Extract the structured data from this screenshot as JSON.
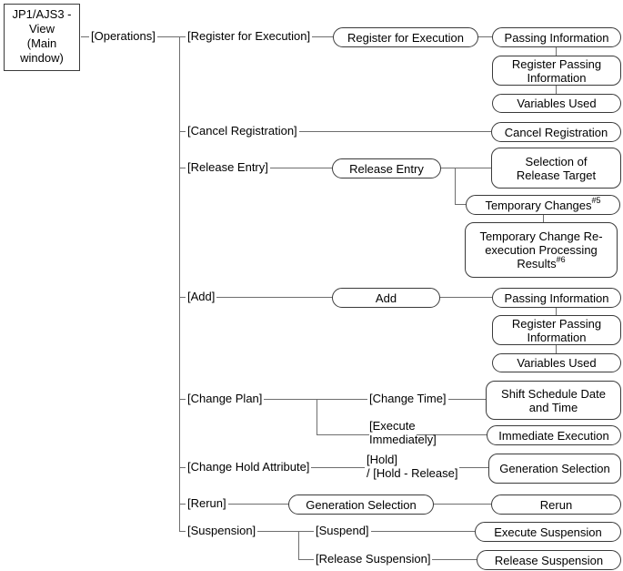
{
  "diagram": {
    "root_window": {
      "lines": [
        "JP1/AJS3 -",
        "View",
        "(Main",
        "window)"
      ]
    },
    "menus": {
      "operations": "[Operations]",
      "register_for_execution": "[Register for Execution]",
      "cancel_registration": "[Cancel Registration]",
      "release_entry": "[Release Entry]",
      "add": "[Add]",
      "change_plan": "[Change Plan]",
      "change_time": "[Change Time]",
      "execute_immediately": [
        "[Execute",
        "Immediately]"
      ],
      "change_hold_attribute": "[Change Hold Attribute]",
      "hold_release": [
        "[Hold]",
        "/ [Hold - Release]"
      ],
      "rerun": "[Rerun]",
      "suspension": "[Suspension]",
      "suspend": "[Suspend]",
      "release_suspension": "[Release Suspension]"
    },
    "windows": {
      "register_for_execution": "Register for Execution",
      "passing_information_1": "Passing Information",
      "variables_used_1": "Variables Used",
      "cancel_registration": "Cancel Registration",
      "release_entry": "Release Entry",
      "temporary_changes": {
        "text": "Temporary Changes",
        "sup": "#5"
      },
      "add": "Add",
      "passing_information_2": "Passing Information",
      "variables_used_2": "Variables Used",
      "immediate_execution": "Immediate Execution",
      "generation_selection_rerun": "Generation Selection",
      "rerun": "Rerun",
      "execute_suspension": "Execute Suspension",
      "release_suspension": "Release Suspension"
    },
    "dialogs": {
      "register_passing_information_1": [
        "Register Passing",
        "Information"
      ],
      "selection_of_release_target": [
        "Selection of",
        "Release Target"
      ],
      "temporary_change_reexecution": {
        "lines": [
          "Temporary Change Re-",
          "execution Processing",
          "Results"
        ],
        "sup": "#6"
      },
      "register_passing_information_2": [
        "Register Passing",
        "Information"
      ],
      "shift_schedule_date_and_time": [
        "Shift Schedule Date",
        "and Time"
      ],
      "generation_selection_hold": "Generation Selection"
    },
    "colors": {
      "background": "#ffffff",
      "line": "#6e6e6e",
      "border": "#3a3a3a",
      "text": "#000000"
    }
  }
}
